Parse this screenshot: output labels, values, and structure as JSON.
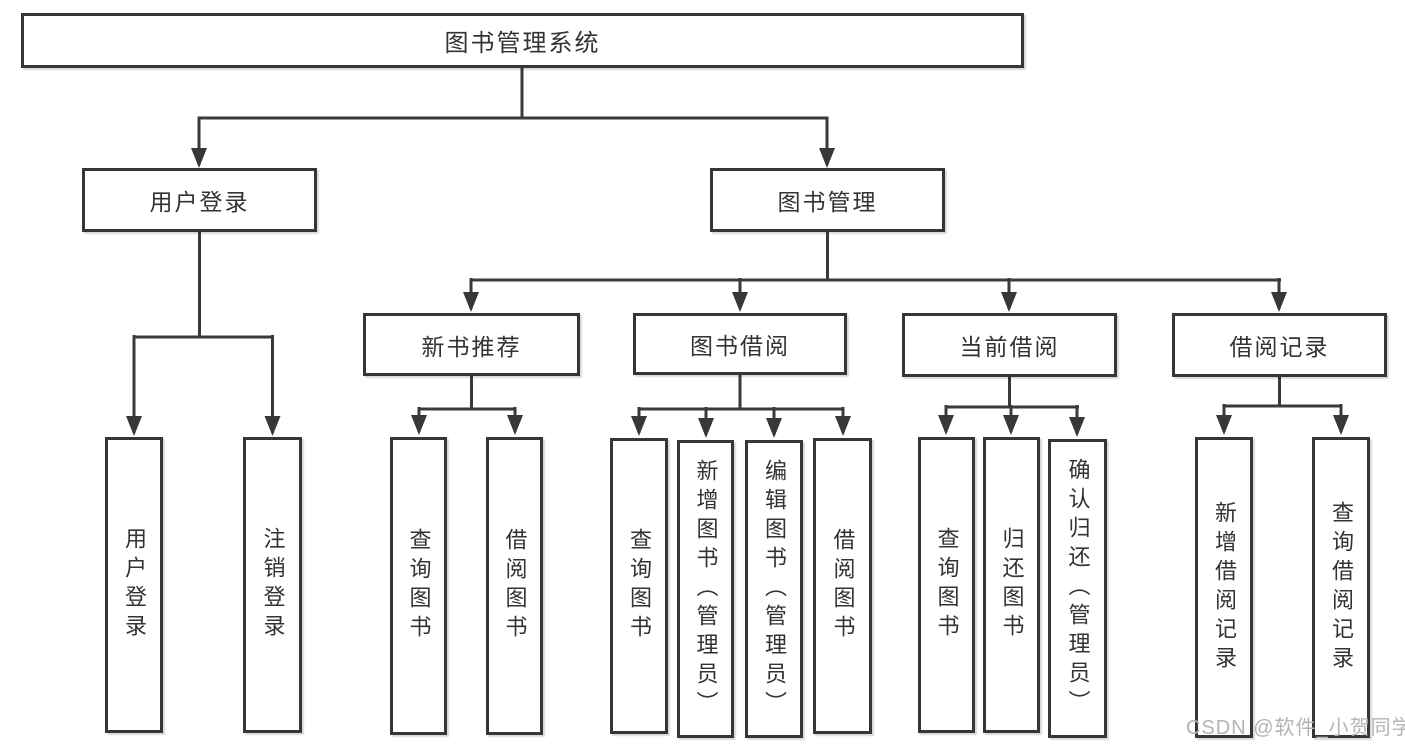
{
  "diagram_type": "hierarchy-tree",
  "tree": {
    "label": "图书管理系统",
    "children": [
      {
        "label": "用户登录",
        "children": [
          {
            "label": "用户登录"
          },
          {
            "label": "注销登录"
          }
        ]
      },
      {
        "label": "图书管理",
        "children": [
          {
            "label": "新书推荐",
            "children": [
              {
                "label": "查询图书"
              },
              {
                "label": "借阅图书"
              }
            ]
          },
          {
            "label": "图书借阅",
            "children": [
              {
                "label": "查询图书"
              },
              {
                "label": "新增图书（管理员）"
              },
              {
                "label": "编辑图书（管理员）"
              },
              {
                "label": "借阅图书"
              }
            ]
          },
          {
            "label": "当前借阅",
            "children": [
              {
                "label": "查询图书"
              },
              {
                "label": "归还图书"
              },
              {
                "label": "确认归还（管理员）"
              }
            ]
          },
          {
            "label": "借阅记录",
            "children": [
              {
                "label": "新增借阅记录"
              },
              {
                "label": "查询借阅记录"
              }
            ]
          }
        ]
      }
    ]
  },
  "watermark": {
    "text": "CSDN @软件_小贺同学"
  },
  "colors": {
    "background": "#ffffff",
    "box_border": "#363636",
    "connector_line": "#3a3a3a",
    "text": "#333333",
    "watermark": "#b4b4b4"
  }
}
